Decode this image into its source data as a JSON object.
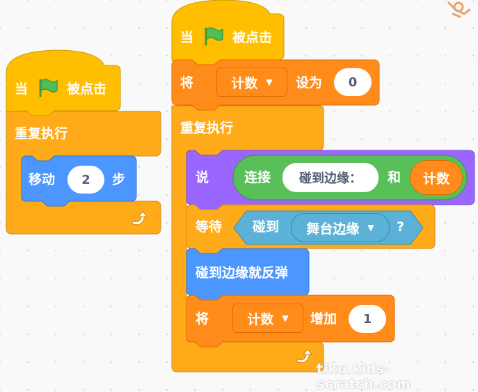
{
  "colors": {
    "events": "#ffbf00",
    "control": "#ffab19",
    "variables": "#ff8c1a",
    "motion": "#4c97ff",
    "looks": "#9966ff",
    "operators": "#59c059",
    "sensing": "#5cb1d6"
  },
  "script1": {
    "hat": {
      "when": "当",
      "flag_icon": "green-flag-icon",
      "clicked": "被点击"
    },
    "forever": {
      "label": "重复执行",
      "loop_icon": "loop-arrow-icon"
    },
    "move": {
      "label": "移动",
      "steps": "2",
      "suffix": "步"
    }
  },
  "script2": {
    "hat": {
      "when": "当",
      "flag_icon": "green-flag-icon",
      "clicked": "被点击"
    },
    "set_var": {
      "label": "将",
      "variable": "计数",
      "to": "设为",
      "value": "0"
    },
    "forever": {
      "label": "重复执行",
      "loop_icon": "loop-arrow-icon"
    },
    "say": {
      "label": "说",
      "join": {
        "label": "连接",
        "text": "碰到边缘：",
        "and": "和",
        "reporter": "计数"
      }
    },
    "wait_until": {
      "label": "等待",
      "touching": {
        "label": "碰到",
        "target": "舞台边缘",
        "question": "?"
      }
    },
    "bounce": {
      "label": "碰到边缘就反弹"
    },
    "change_var": {
      "label": "将",
      "variable": "计数",
      "by": "增加",
      "value": "1"
    }
  },
  "watermark": "tiku.kids-scratch.com"
}
